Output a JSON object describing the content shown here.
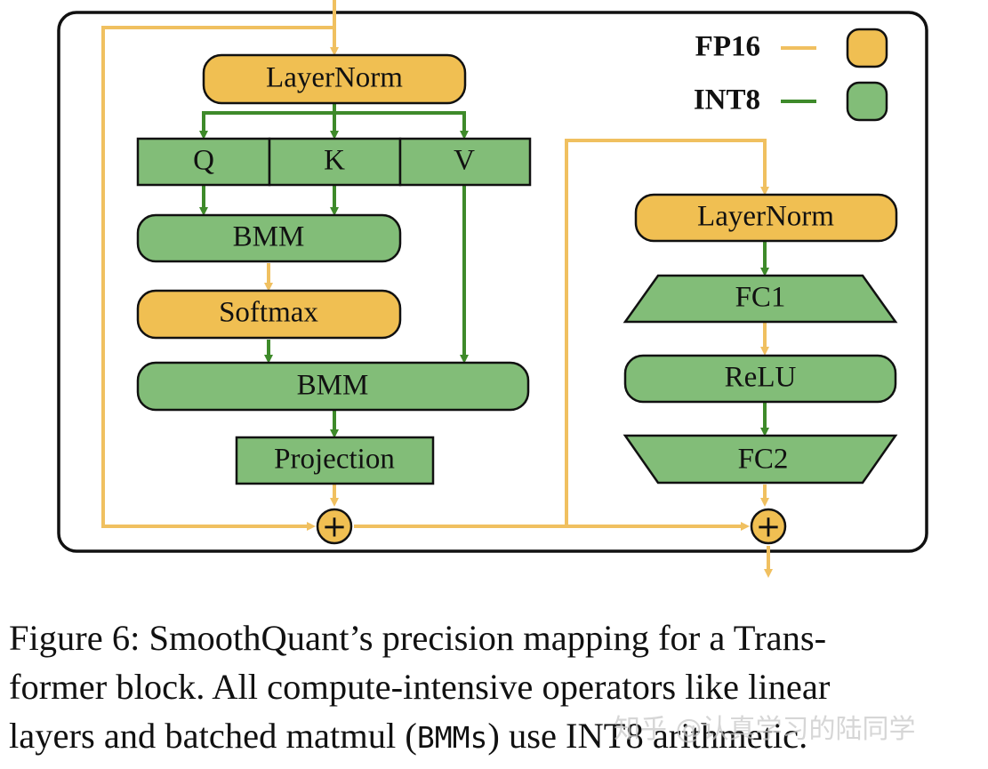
{
  "colors": {
    "fp16": "#f0bf52",
    "int8": "#82bd78",
    "fp16_line": "#f0c060",
    "int8_line": "#3e8a2a"
  },
  "legend": {
    "fp16": "FP16",
    "int8": "INT8"
  },
  "attention": {
    "layernorm": "LayerNorm",
    "q": "Q",
    "k": "K",
    "v": "V",
    "bmm1": "BMM",
    "softmax": "Softmax",
    "bmm2": "BMM",
    "projection": "Projection",
    "add": "+"
  },
  "ffn": {
    "layernorm": "LayerNorm",
    "fc1": "FC1",
    "relu": "ReLU",
    "fc2": "FC2",
    "add": "+"
  },
  "caption": {
    "line1": "Figure 6:  SmoothQuant’s precision mapping for a Trans-",
    "line2": "former block.  All compute-intensive operators like linear",
    "line3_a": "layers and batched matmul (",
    "line3_code": "BMMs",
    "line3_b": ") use INT8 arithmetic."
  },
  "watermark": "知乎 @认真学习的陆同学"
}
